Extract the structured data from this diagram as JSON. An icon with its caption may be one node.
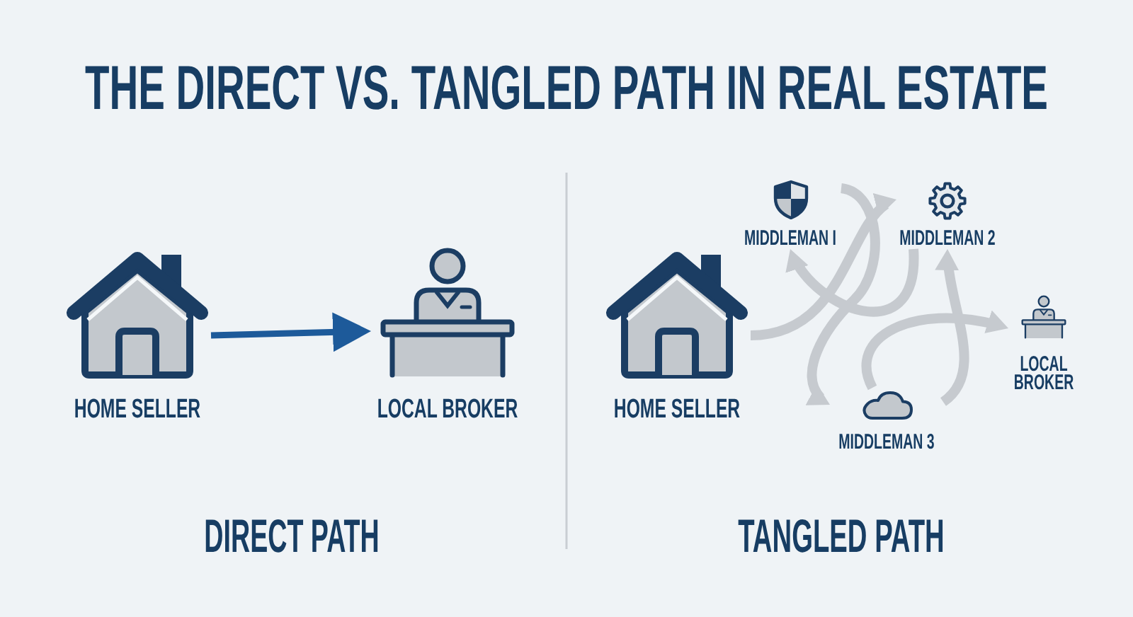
{
  "diagram": {
    "title": "THE DIRECT VS. TANGLED PATH IN REAL ESTATE",
    "nodes": [
      {
        "text": [
          "HOME SELLER"
        ]
      },
      {
        "text": [
          "LOCAL BROKER"
        ]
      },
      {
        "text": [
          "HOME SELLER"
        ]
      },
      {
        "text": [
          "MIDDLEMAN I"
        ]
      },
      {
        "text": [
          "MIDDLEMAN 2"
        ]
      },
      {
        "text": [
          "MIDDLEMAN 3"
        ]
      },
      {
        "text": [
          "LOCAL BROKER"
        ]
      }
    ],
    "edges": [
      {
        "from": 0,
        "to": 1,
        "arrow": "to",
        "color": "#1d5a9a"
      },
      {
        "from": 2,
        "to": 4,
        "arrow": "to"
      },
      {
        "from": 3,
        "to": 5,
        "arrow": "to"
      },
      {
        "from": 5,
        "to": 4,
        "arrow": "to"
      },
      {
        "from": 4,
        "to": 3,
        "arrow": "to"
      },
      {
        "from": 5,
        "to": 6,
        "arrow": "to"
      }
    ],
    "labels": [
      "DIRECT PATH",
      "TANGLED PATH"
    ]
  }
}
